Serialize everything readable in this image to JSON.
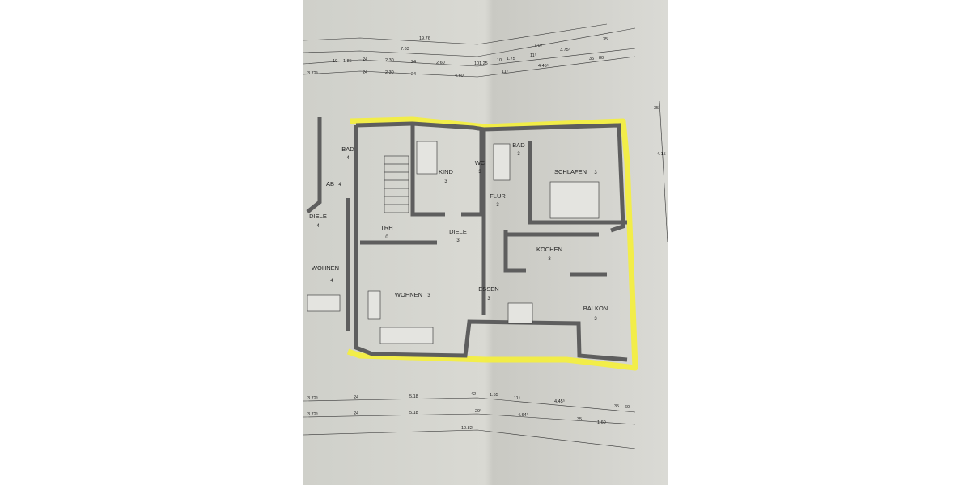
{
  "highlight_color": "#f5f03a",
  "paper_color": "#d6d6d0",
  "wall_color": "#5e5e5e",
  "dimensions_top": {
    "overall": "19.76",
    "row1": [
      "7.63",
      "7.07",
      "35"
    ],
    "row2": [
      "10",
      "1.85",
      "24",
      "2.30",
      "24",
      "2.60",
      "10",
      "1.25",
      "10",
      "1.75",
      "11⁵",
      "3.75⁵",
      "35",
      "80"
    ],
    "row3": [
      "3.72⁵",
      "24",
      "2.30",
      "24",
      "4.60",
      "11⁵",
      "4.45⁵"
    ]
  },
  "dimensions_bottom": {
    "row1": [
      "3.72⁵",
      "24",
      "5.18",
      "42",
      "1.55",
      "11⁵",
      "4.45⁵",
      "35",
      "60"
    ],
    "row2": [
      "3.72⁵",
      "24",
      "5.18",
      "29⁵",
      "4.64⁵",
      "35",
      "1.60"
    ],
    "overall": "10.82"
  },
  "dimensions_right": [
    "35",
    "4.15"
  ],
  "rooms": [
    {
      "label": "BAD",
      "unit": "4"
    },
    {
      "label": "AB",
      "unit": "4"
    },
    {
      "label": "DIELE",
      "unit": "4"
    },
    {
      "label": "WOHNEN",
      "unit": "4"
    },
    {
      "label": "TRH",
      "unit": "0"
    },
    {
      "label": "KIND",
      "unit": "3"
    },
    {
      "label": "WC",
      "unit": "3"
    },
    {
      "label": "DIELE",
      "unit": "3"
    },
    {
      "label": "WOHNEN",
      "unit": "3"
    },
    {
      "label": "FLUR",
      "unit": "3"
    },
    {
      "label": "BAD",
      "unit": "3"
    },
    {
      "label": "SCHLAFEN",
      "unit": "3"
    },
    {
      "label": "KOCHEN",
      "unit": "3"
    },
    {
      "label": "ESSEN",
      "unit": "3"
    },
    {
      "label": "BALKON",
      "unit": "3"
    }
  ]
}
